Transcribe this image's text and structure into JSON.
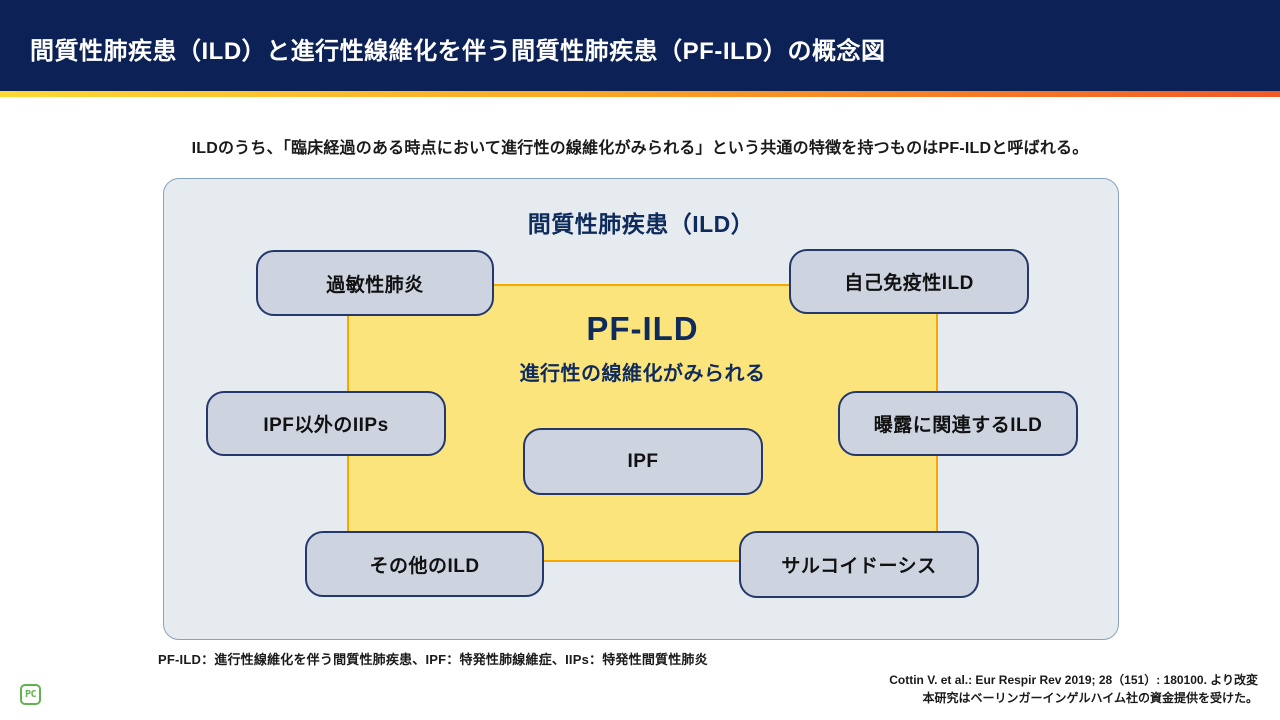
{
  "header": {
    "title": "間質性肺疾患（ILD）と進行性線維化を伴う間質性肺疾患（PF-ILD）の概念図"
  },
  "intro": "ILDのうち、「臨床経過のある時点において進行性の線維化がみられる」という共通の特徴を持つものはPF-ILDと呼ばれる。",
  "diagram": {
    "outer_label": "間質性肺疾患（ILD）",
    "inner": {
      "title": "PF-ILD",
      "subtitle": "進行性の線維化がみられる"
    },
    "nodes": [
      {
        "label": "過敏性肺炎",
        "position": "top-left"
      },
      {
        "label": "自己免疫性ILD",
        "position": "top-right"
      },
      {
        "label": "IPF以外のIIPs",
        "position": "middle-left"
      },
      {
        "label": "曝露に関連するILD",
        "position": "middle-right"
      },
      {
        "label": "IPF",
        "position": "center-inside-pf-ild"
      },
      {
        "label": "その他のILD",
        "position": "bottom-left"
      },
      {
        "label": "サルコイドーシス",
        "position": "bottom-right"
      }
    ]
  },
  "footnote": "PF-ILD：進行性線維化を伴う間質性肺疾患、IPF：特発性肺線維症、IIPs：特発性間質性肺炎",
  "citation": {
    "line1": "Cottin V. et al.: Eur Respir Rev 2019; 28（151）: 180100. より改変",
    "line2": "本研究はベーリンガーインゲルハイム社の資金提供を受けた。"
  },
  "logo": {
    "text": "PC"
  },
  "colors": {
    "header_bg": "#0C2155",
    "accent_gradient": [
      "#FDD835",
      "#F9A825",
      "#F05A28"
    ],
    "panel_bg": "#E6EBEF",
    "panel_border": "#86A2BC",
    "node_bg": "#CDD4E0",
    "node_border": "#24386B",
    "pf_ild_bg": "#FCE47D",
    "pf_ild_border": "#F5A800",
    "navy_text": "#0E2B5C",
    "logo_green": "#62B34E"
  }
}
